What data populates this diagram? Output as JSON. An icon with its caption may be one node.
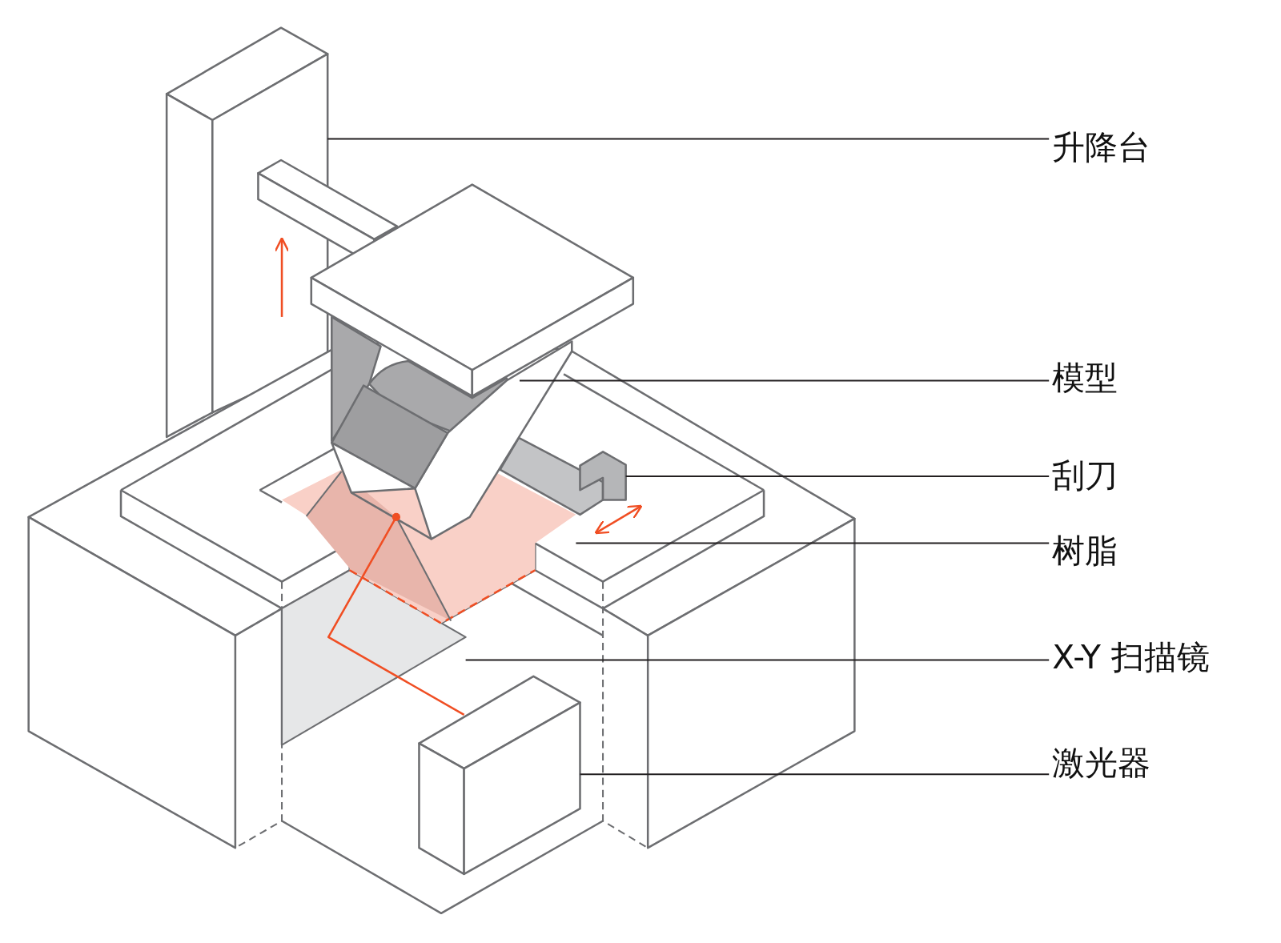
{
  "diagram": {
    "nodes": [
      {
        "text": [
          "升降台"
        ]
      },
      {
        "text": [
          "模型"
        ]
      },
      {
        "text": [
          "刮刀"
        ]
      },
      {
        "text": [
          "树脂"
        ]
      },
      {
        "text": [
          "X-Y 扫描镜"
        ]
      },
      {
        "text": [
          "激光器"
        ]
      },
      {
        "text": [],
        "shape": "picture"
      },
      {
        "text": [],
        "shape": "picture"
      },
      {
        "text": [],
        "shape": "picture"
      },
      {
        "text": [],
        "shape": "picture"
      },
      {
        "text": [],
        "shape": "picture"
      },
      {
        "text": [],
        "shape": "picture"
      }
    ],
    "edges": [
      {
        "from": 0,
        "to": 6,
        "arrow": "none"
      },
      {
        "from": 1,
        "to": 7,
        "arrow": "none"
      },
      {
        "from": 2,
        "to": 8,
        "arrow": "none"
      },
      {
        "from": 3,
        "to": 9,
        "arrow": "none"
      },
      {
        "from": 4,
        "to": 10,
        "arrow": "none"
      },
      {
        "from": 5,
        "to": 11,
        "arrow": "none"
      }
    ]
  }
}
